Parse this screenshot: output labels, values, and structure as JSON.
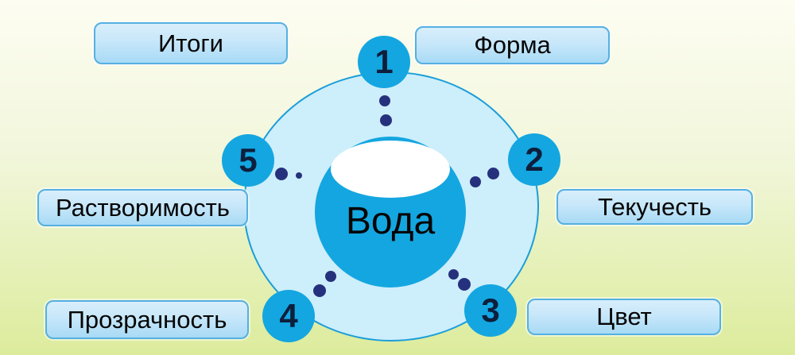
{
  "slide": {
    "description": "Water properties diagram slide",
    "center": {
      "label": "Вода"
    },
    "summary_button": {
      "label": "Итоги"
    },
    "satellites": [
      {
        "number": "1",
        "label": "Форма"
      },
      {
        "number": "2",
        "label": "Текучесть"
      },
      {
        "number": "3",
        "label": "Цвет"
      },
      {
        "number": "4",
        "label": "Прозрачность"
      },
      {
        "number": "5",
        "label": "Растворимость"
      }
    ]
  },
  "colors": {
    "--bg-top": "#fdfdf2",
    "--bg-mid": "#f1f6da",
    "--bg-bottom": "#dcec9c",
    "--accent-blue": "#14a6e0",
    "--ring-fill": "#cdeefb",
    "--ring-stroke": "#1b9ed9",
    "--dot-navy": "#26317d",
    "--box-border": "#55b0e2",
    "--box-grad-top": "#d8eefb",
    "--box-grad-bottom": "#a8daf5",
    "--number-ink": "#0d1f3c",
    "--label-ink": "#050505"
  }
}
